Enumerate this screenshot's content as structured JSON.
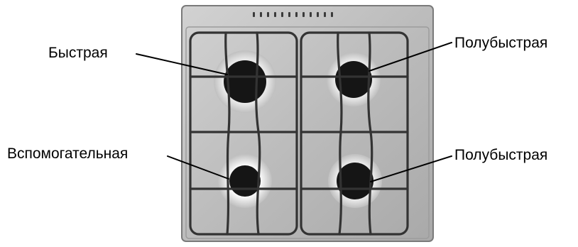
{
  "labels": {
    "top_left": "Быстрая",
    "top_right": "Полубыстрая",
    "bottom_left": "Вспомогательная",
    "bottom_right": "Полубыстрая"
  },
  "colors": {
    "panel": "#bdbdbd",
    "panel_edge": "#8a8a8a",
    "grate": "#3a3a3a",
    "burner_cap": "#151515",
    "burner_ring": "#e6e6e6"
  }
}
